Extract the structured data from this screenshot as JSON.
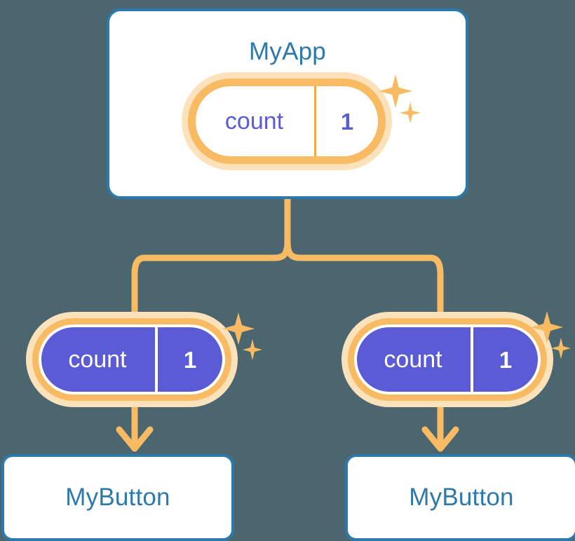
{
  "diagram": {
    "title": "MyApp component tree with shared count state",
    "background_color": "#4c6670",
    "accent_blue": "#2e79ab",
    "accent_orange": "#f8bb63",
    "accent_orange_soft": "#fce2bb",
    "accent_indigo": "#5b5bd6"
  },
  "root": {
    "label": "MyApp",
    "state": {
      "key": "count",
      "value": "1",
      "style": "hollow",
      "sparkle": "sparkles-icon"
    }
  },
  "children": [
    {
      "label": "MyButton",
      "state": {
        "key": "count",
        "value": "1",
        "style": "solid",
        "sparkle": "sparkles-icon"
      }
    },
    {
      "label": "MyButton",
      "state": {
        "key": "count",
        "value": "1",
        "style": "solid",
        "sparkle": "sparkles-icon"
      }
    }
  ],
  "connectors": {
    "trunk": "branch-connector",
    "arrows": [
      "arrow-down-icon",
      "arrow-down-icon"
    ]
  }
}
